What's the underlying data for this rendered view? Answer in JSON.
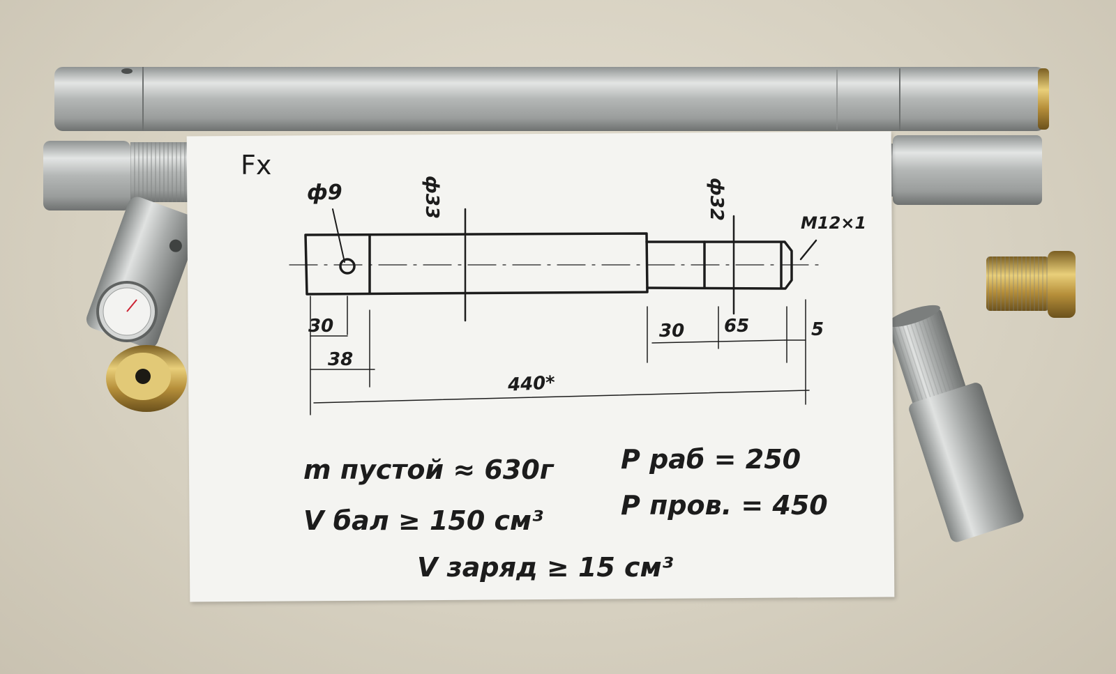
{
  "sketch": {
    "label": "Fx",
    "diameters": {
      "hole": "ф9",
      "body": "ф33",
      "neck": "ф32"
    },
    "thread": "M12×1",
    "dimensions": {
      "hole_a": "30",
      "hole_b": "38",
      "step": "30",
      "neck": "65",
      "end": "5",
      "total": "440*"
    },
    "notes": {
      "mass": "m пустой ≈ 630г",
      "p_work": "P раб = 250",
      "volume": "V бал ≥ 150 см³",
      "p_test": "P пров. = 450",
      "charge": "V заряд ≥ 15 см³"
    }
  },
  "colors": {
    "aluminum": "#c7c9c9",
    "brass": "#c9a74a",
    "background": "#d9d3c3",
    "paper": "#f4f4f1",
    "ink": "#1c1c1c"
  }
}
